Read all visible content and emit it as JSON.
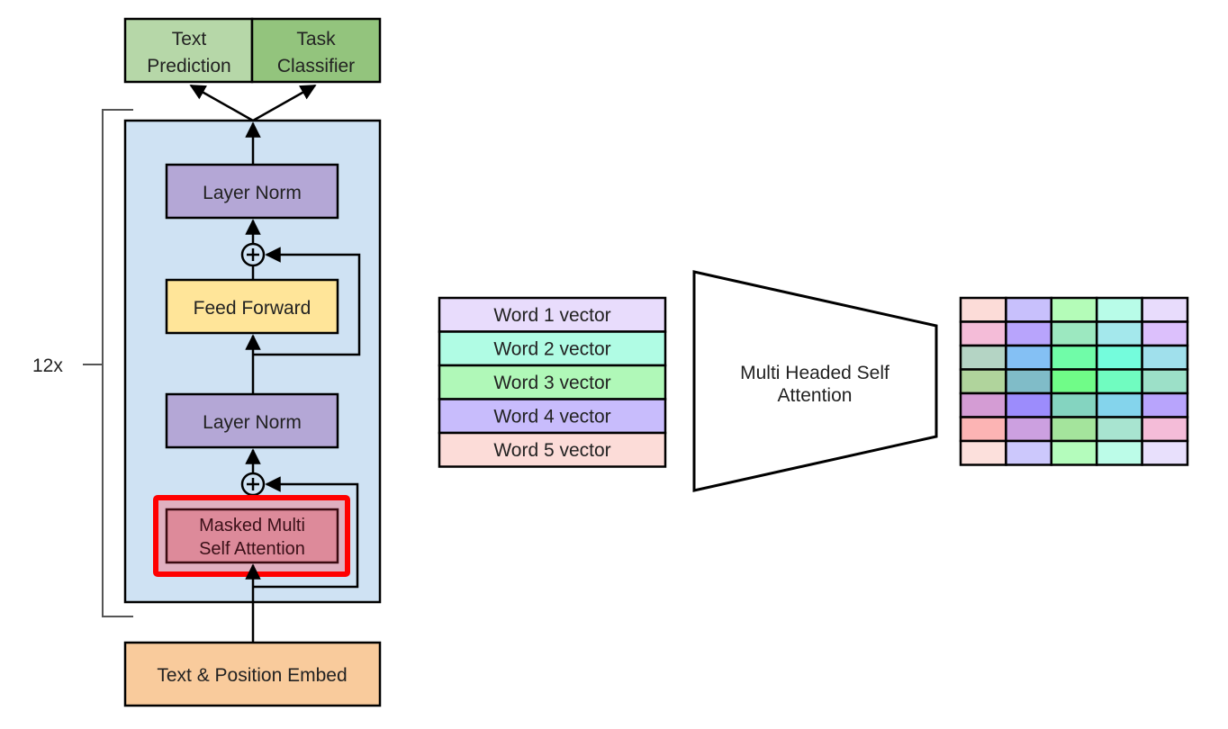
{
  "diagram": {
    "title": "GPT decoder block and multi-headed self attention",
    "repeat_label": "12x",
    "outputs": {
      "text_prediction": [
        "Text",
        "Prediction"
      ],
      "task_classifier": [
        "Task",
        "Classifier"
      ]
    },
    "block": {
      "layer_norm_top": "Layer Norm",
      "feed_forward": "Feed Forward",
      "layer_norm_bottom": "Layer Norm",
      "masked_attention": [
        "Masked Multi",
        "Self Attention"
      ],
      "plus_symbol": "+"
    },
    "embed": "Text & Position Embed",
    "word_vectors": [
      {
        "label": "Word 1 vector",
        "color": "#e8dcfc"
      },
      {
        "label": "Word 2 vector",
        "color": "#b0fce4"
      },
      {
        "label": "Word 3 vector",
        "color": "#b0f8b8"
      },
      {
        "label": "Word 4 vector",
        "color": "#c8bcfc"
      },
      {
        "label": "Word 5 vector",
        "color": "#fcdcd8"
      }
    ],
    "attention_label": [
      "Multi Headed Self",
      "Attention"
    ],
    "output_grid": [
      [
        "#fcdcd8",
        "#c8c0fc",
        "#b4fcb8",
        "#b8fce8",
        "#e8dcfc"
      ],
      [
        "#f4bcd8",
        "#b8a4fc",
        "#9ce8c0",
        "#a4e8ec",
        "#dcc0fc"
      ],
      [
        "#b4d4c4",
        "#84c0f4",
        "#70fca8",
        "#74fcdc",
        "#a0e0ec"
      ],
      [
        "#b0d49c",
        "#80bcc8",
        "#70fc88",
        "#70fcc0",
        "#9ce0c8"
      ],
      [
        "#d49cd4",
        "#9c8cfc",
        "#84d4c0",
        "#84d4ec",
        "#b8a4fc"
      ],
      [
        "#fcb4b4",
        "#cca0e0",
        "#a4e49c",
        "#a8e4d0",
        "#f4bcd8"
      ],
      [
        "#fce0dc",
        "#ccc8fc",
        "#b4fcbc",
        "#bcfce8",
        "#e8e0fc"
      ]
    ],
    "colors": {
      "block_bg": "#cfe2f3",
      "layer_norm": "#b4a7d6",
      "feed_forward": "#ffe599",
      "masked_attention": "#dd8a9a",
      "highlight": "#ff0000",
      "embed": "#f9cb9c",
      "text_prediction": "#b6d7a8",
      "task_classifier": "#93c47d"
    }
  }
}
